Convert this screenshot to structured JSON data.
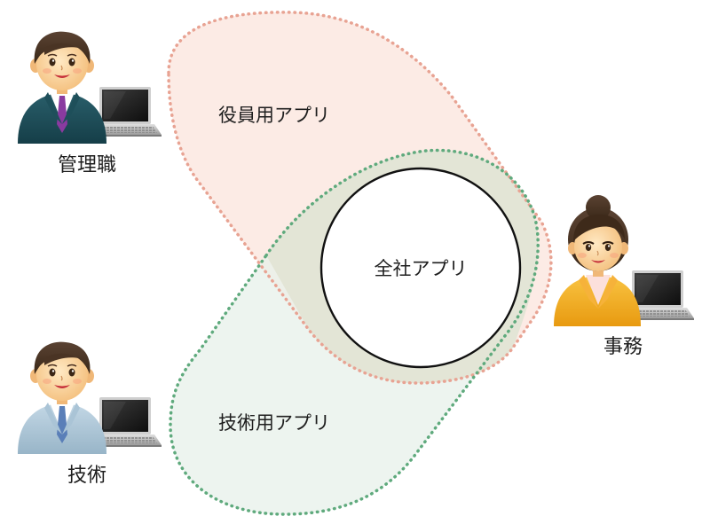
{
  "apps": {
    "executive": {
      "label": "役員用アプリ"
    },
    "engineering": {
      "label": "技術用アプリ"
    },
    "company": {
      "label": "全社アプリ"
    }
  },
  "people": {
    "manager": {
      "label": "管理職"
    },
    "engineer": {
      "label": "技術"
    },
    "office": {
      "label": "事務"
    }
  },
  "colors": {
    "executive_fill": "#fbe5de",
    "executive_border": "#e8a393",
    "engineering_fill": "#e8f1ea",
    "engineering_border": "#5faa7d",
    "overlap_fill": "#e3e5d6",
    "company_fill": "#ffffff",
    "company_border": "#111111"
  }
}
